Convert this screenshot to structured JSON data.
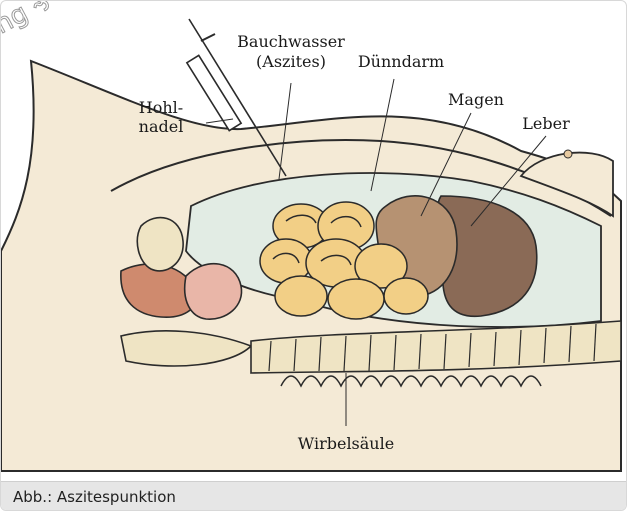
{
  "labels": {
    "needle": [
      "Hohl-",
      "nadel"
    ],
    "ascites": [
      "Bauchwasser",
      "(Aszites)"
    ],
    "small_intestine": "Dünndarm",
    "stomach": "Magen",
    "liver": "Leber",
    "spine": "Wirbelsäule"
  },
  "caption": "Abb.: Aszitespunktion",
  "colors": {
    "skin": "#f4ead6",
    "skin_outline": "#2b2b2b",
    "ascites_fluid": "#e2ece4",
    "intestine": "#f2cf86",
    "stomach": "#b69272",
    "liver": "#8a6a56",
    "bladder": "#cf8a6e",
    "vertebra": "#efe4c4",
    "caption_bg": "#e6e6e6"
  }
}
